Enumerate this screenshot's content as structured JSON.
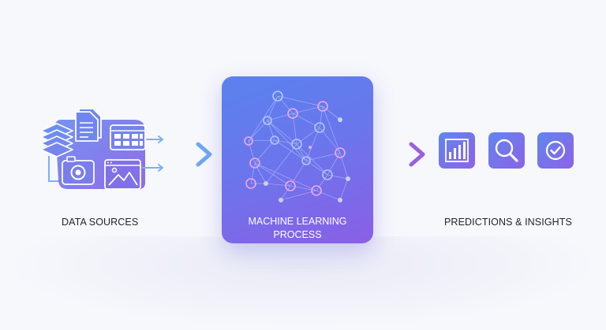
{
  "diagram": {
    "sources_label": "DATA SOURCES",
    "process_label_line1": "MACHINE LEARNING",
    "process_label_line2": "PROCESS",
    "outputs_label": "PREDICTIONS & INSIGHTS"
  },
  "icons": {
    "sources": [
      "layers-icon",
      "document-icon",
      "calendar-icon",
      "camera-icon",
      "image-icon"
    ],
    "outputs": [
      "bar-chart-icon",
      "search-icon",
      "check-circle-icon"
    ]
  },
  "colors": {
    "source_gradient_start": "#6f8df0",
    "source_gradient_end": "#8a64e8",
    "arrow_blue": "#7ab2f2",
    "arrow_purple": "#a66be6",
    "ml_box_start": "#5a82ee",
    "ml_box_end": "#8a5fe6",
    "node_light": "#b4c6ff",
    "node_pink": "#f0a8e6"
  }
}
